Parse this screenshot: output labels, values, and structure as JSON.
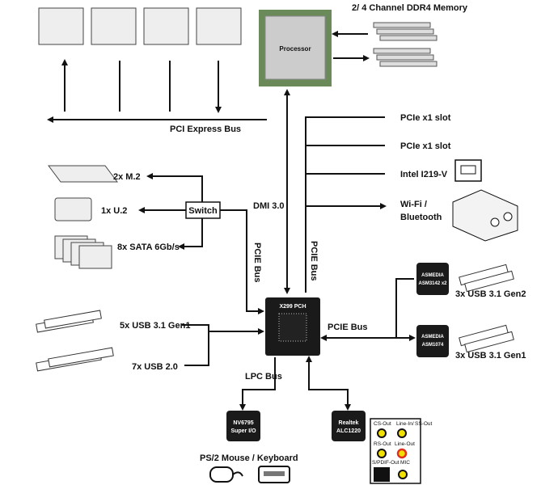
{
  "memory_label": "2/ 4 Channel DDR4 Memory",
  "processor": "Processor",
  "pci_express_bus": "PCI Express Bus",
  "dmi": "DMI 3.0",
  "pcie_x1_a": "PCIe x1 slot",
  "pcie_x1_b": "PCIe x1 slot",
  "lan": "Intel I219-V",
  "wifi_line1": "Wi-Fi /",
  "wifi_line2": "Bluetooth",
  "m2": "2x M.2",
  "u2": "1x U.2",
  "sata": "8x SATA 6Gb/s",
  "switch": "Switch",
  "pcie_bus_left": "PCIE Bus",
  "pcie_bus_center": "PCIE Bus",
  "pcie_bus_right": "PCIE Bus",
  "pch": "X299 PCH",
  "usb31_gen1_left": "5x USB 3.1 Gen1",
  "usb20": "7x USB 2.0",
  "asm_top_line1": "ASMEDIA",
  "asm_top_line2": "ASM3142 x2",
  "usb31_gen2": "3x USB 3.1 Gen2",
  "asm_bot_line1": "ASMEDIA",
  "asm_bot_line2": "ASM1074",
  "usb31_gen1_right": "3x USB 3.1 Gen1",
  "lpc": "LPC Bus",
  "superio_line1": "NV6795",
  "superio_line2": "Super I/O",
  "realtek_line1": "Realtek",
  "realtek_line2": "ALC1220",
  "ps2": "PS/2 Mouse / Keyboard",
  "audio": {
    "cs_out": "CS-Out",
    "line_in": "Line-In/",
    "ss_out": "SS-Out",
    "rs_out": "RS-Out",
    "line_out": "Line-Out",
    "spdif": "S/PDIF-Out",
    "mic": "MIC"
  },
  "colors": {
    "chip": "#1a1a1a",
    "jack": "#f2e000",
    "line_out_jack": "#e03020"
  }
}
